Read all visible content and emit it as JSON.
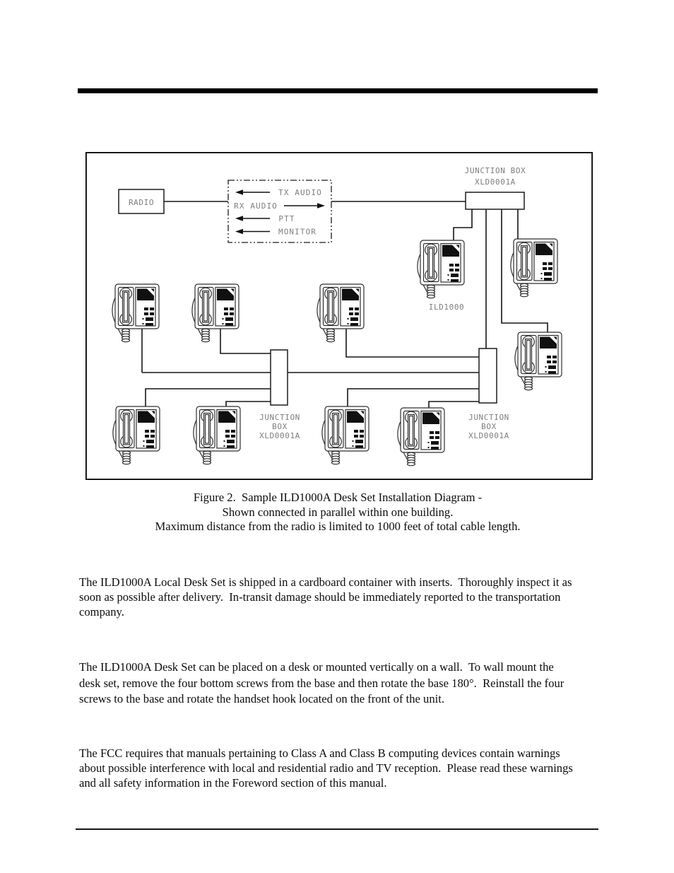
{
  "colors": {
    "paper": "#ffffff",
    "ink": "#111111",
    "diagram_label_gray": "#7d7d7d"
  },
  "figure": {
    "radio_label": "RADIO",
    "signal_labels": {
      "tx": "TX AUDIO",
      "rx": "RX AUDIO",
      "ptt": "PTT",
      "monitor": "MONITOR"
    },
    "top_junction_box": {
      "line1": "JUNCTION BOX",
      "line2": "XLD0001A"
    },
    "desk_set_label": "ILD1000",
    "left_junction_box": {
      "line1": "JUNCTION",
      "line2": "BOX",
      "line3": "XLD0001A"
    },
    "right_junction_box": {
      "line1": "JUNCTION",
      "line2": "BOX",
      "line3": "XLD0001A"
    }
  },
  "caption": {
    "line1": "Figure 2.  Sample ILD1000A Desk Set Installation Diagram -",
    "line2": "Shown connected in parallel within one building.",
    "line3": "Maximum distance from the radio is limited to 1000 feet of total cable length."
  },
  "body": {
    "paragraph1": {
      "line1": "The ILD1000A Local Desk Set is shipped in a cardboard container with inserts.  Thoroughly inspect it as",
      "line2": "soon as possible after delivery.  In-transit damage should be immediately reported to the transportation",
      "line3": "company."
    },
    "paragraph2": {
      "line1": "The ILD1000A Desk Set can be placed on a desk or mounted vertically on a wall.  To wall mount the",
      "line2": "desk set, remove the four bottom screws from the base and then rotate the base 180°.  Reinstall the four",
      "line3": "screws to the base and rotate the handset hook located on the front of the unit."
    },
    "paragraph3": {
      "line1": "The FCC requires that manuals pertaining to Class A and Class B computing devices contain warnings",
      "line2": "about possible interference with local and residential radio and TV reception.  Please read these warnings",
      "line3": "and all safety information in the Foreword section of this manual."
    }
  }
}
